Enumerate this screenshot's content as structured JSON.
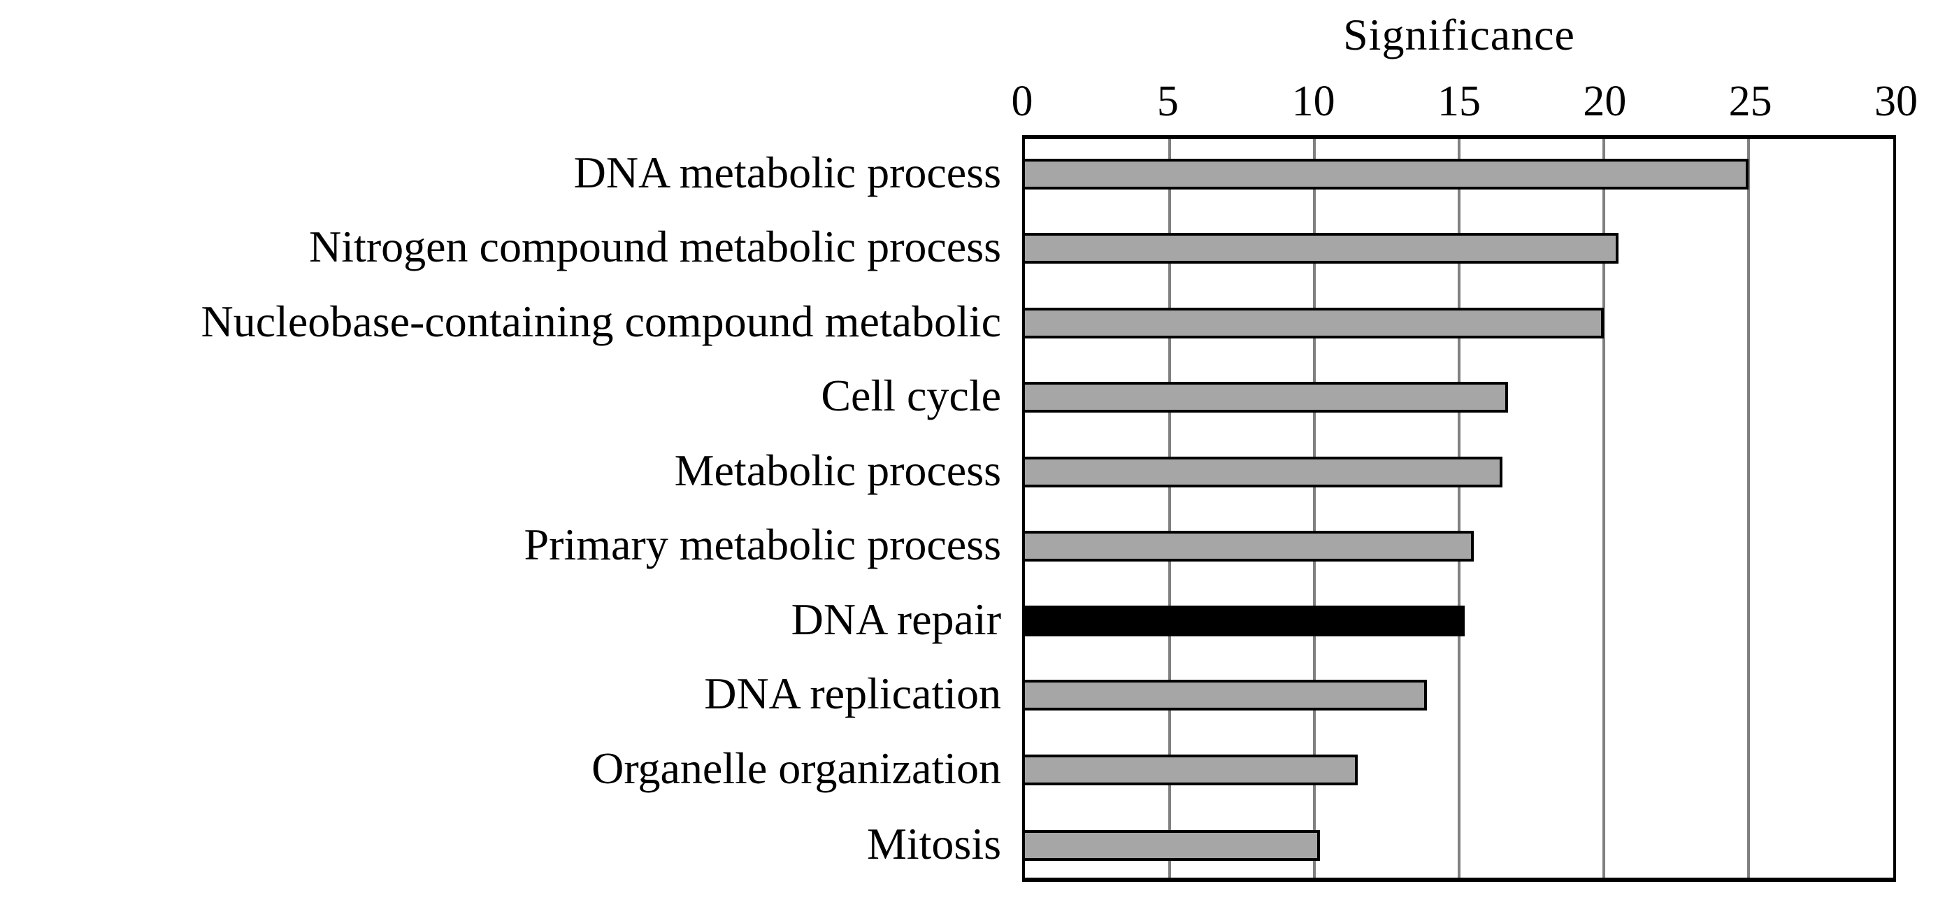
{
  "chart_data": {
    "type": "bar",
    "orientation": "horizontal",
    "title": "",
    "xlabel": "Significance",
    "ylabel": "",
    "xlim": [
      0,
      30
    ],
    "xticks": [
      0,
      5,
      10,
      15,
      20,
      25,
      30
    ],
    "grid": "vertical",
    "legend": null,
    "categories": [
      "DNA metabolic process",
      "Nitrogen compound metabolic process",
      "Nucleobase-containing compound metabolic",
      "Cell cycle",
      "Metabolic process",
      "Primary metabolic process",
      "DNA repair",
      "DNA replication",
      "Organelle organization",
      "Mitosis"
    ],
    "values": [
      25.0,
      20.5,
      20.0,
      16.7,
      16.5,
      15.5,
      15.2,
      13.9,
      11.5,
      10.2
    ],
    "highlighted_category": "DNA repair",
    "colors": {
      "bar": "#a6a6a6",
      "highlight": "#000000",
      "grid": "#808080",
      "border": "#000000"
    }
  },
  "axis": {
    "title": "Significance",
    "ticks": [
      "0",
      "5",
      "10",
      "15",
      "20",
      "25",
      "30"
    ]
  }
}
